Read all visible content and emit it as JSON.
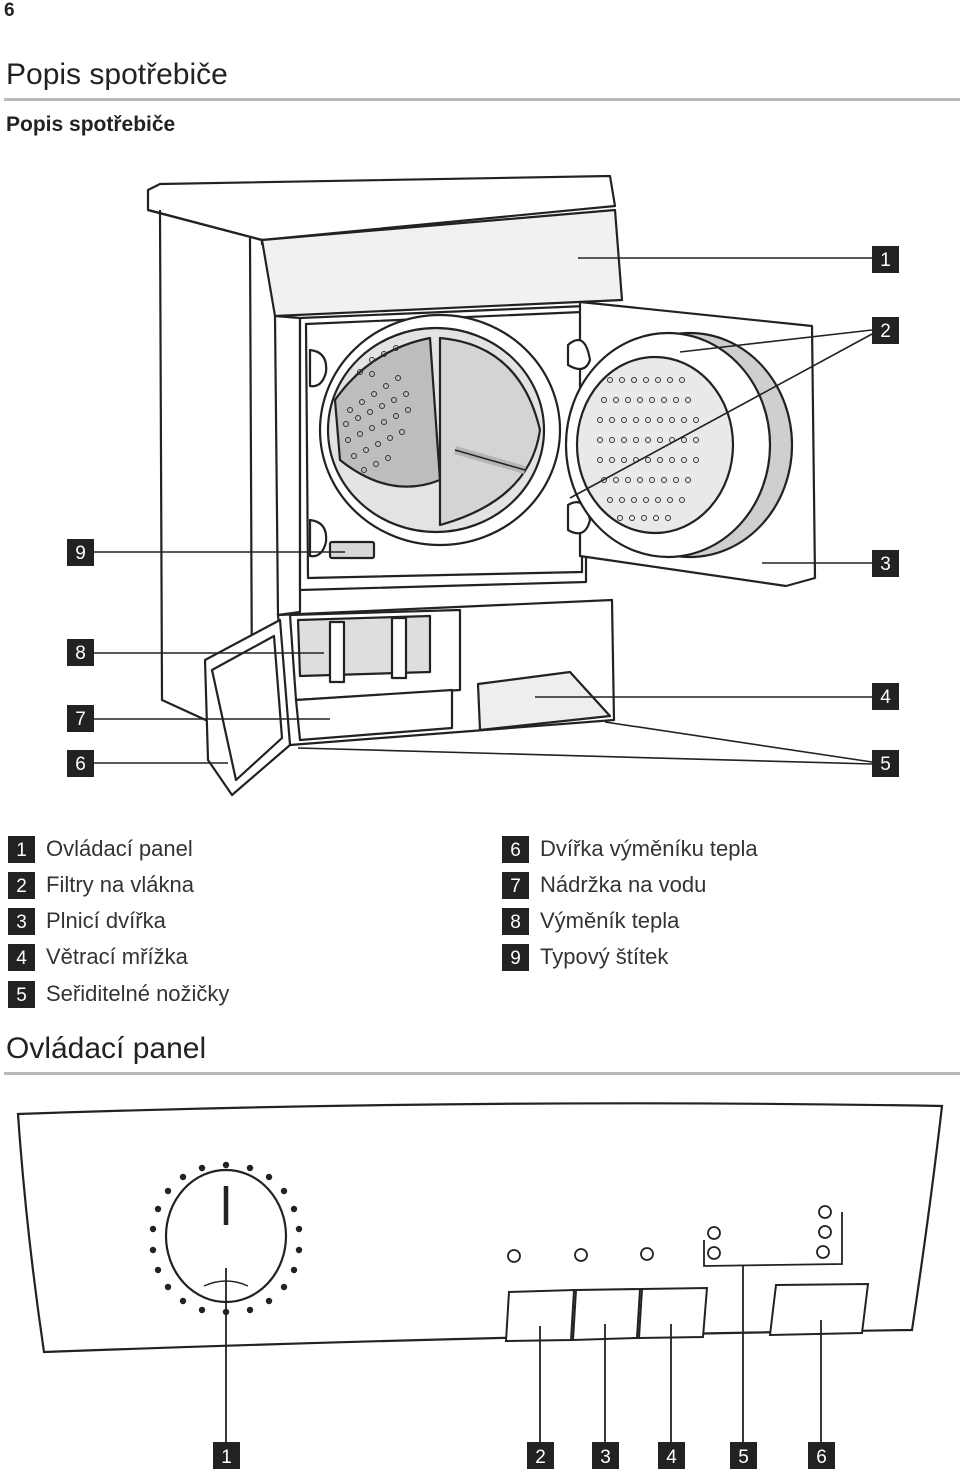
{
  "page_number": "6",
  "section_title": "Popis spotřebiče",
  "subsection_title": "Popis spotřebiče",
  "appliance_callouts": [
    "1",
    "2",
    "3",
    "4",
    "5",
    "6",
    "7",
    "8",
    "9"
  ],
  "legend_left": [
    {
      "num": "1",
      "label": "Ovládací panel"
    },
    {
      "num": "2",
      "label": "Filtry na vlákna"
    },
    {
      "num": "3",
      "label": "Plnicí dvířka"
    },
    {
      "num": "4",
      "label": "Větrací mřížka"
    },
    {
      "num": "5",
      "label": "Seřiditelné nožičky"
    }
  ],
  "legend_right": [
    {
      "num": "6",
      "label": "Dvířka výměníku tepla"
    },
    {
      "num": "7",
      "label": "Nádržka na vodu"
    },
    {
      "num": "8",
      "label": "Výměník tepla"
    },
    {
      "num": "9",
      "label": "Typový štítek"
    }
  ],
  "control_panel_title": "Ovládací panel",
  "control_panel_callouts": [
    "1",
    "2",
    "3",
    "4",
    "5",
    "6"
  ]
}
